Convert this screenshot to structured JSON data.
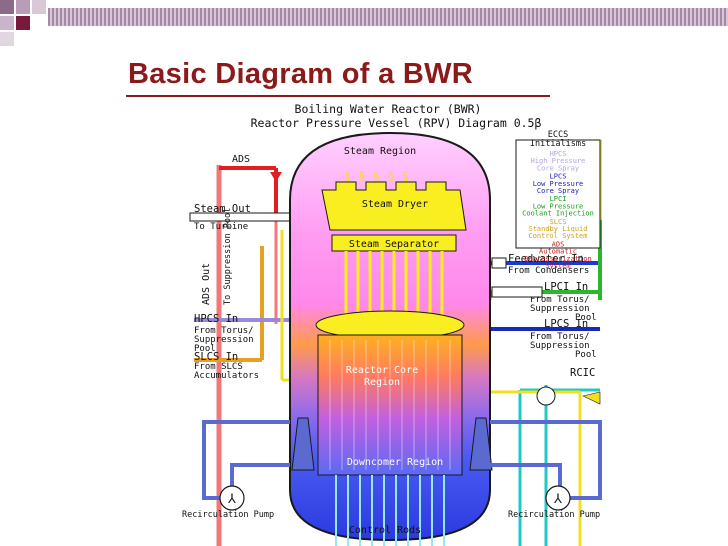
{
  "slide": {
    "title": "Basic Diagram of a BWR"
  },
  "diagram": {
    "header_line1": "Boiling Water Reactor (BWR)",
    "header_line2": "Reactor Pressure Vessel (RPV) Diagram  0.5β",
    "regions": {
      "steam_region": "Steam Region",
      "steam_dryer": "Steam Dryer",
      "steam_separator": "Steam Separator",
      "reactor_core_line1": "Reactor Core",
      "reactor_core_line2": "Region",
      "downcomer": "Downcomer Region",
      "control_rods": "Control Rods"
    },
    "left_labels": {
      "ads": "ADS",
      "steam_out": "Steam Out",
      "to_turbine": "To Turbine",
      "ads_out": "ADS Out",
      "to_suppression_pool": "To Suppression Pool",
      "hpcs_in": "HPCS In",
      "hpcs_from_1": "From Torus/",
      "hpcs_from_2": "Suppression",
      "hpcs_from_3": "Pool",
      "slcs_in": "SLCS In",
      "slcs_from_1": "From SLCS",
      "slcs_from_2": "Accumulators",
      "recirc_pump_left": "Recirculation Pump"
    },
    "right_labels": {
      "feedwater_in": "Feedwater In",
      "from_condensers": "From Condensers",
      "lpci_in": "LPCI In",
      "lpci_from_1": "From Torus/",
      "lpci_from_2": "Suppression",
      "lpci_from_3": "Pool",
      "lpcs_in": "LPCS In",
      "lpcs_from_1": "From Torus/",
      "lpcs_from_2": "Suppression",
      "lpcs_from_3": "Pool",
      "rcic": "RCIC",
      "recirc_pump_right": "Recirculation Pump"
    },
    "legend": {
      "title_line1": "ECCS",
      "title_line2": "Initialisms",
      "items": [
        {
          "abbr": "HPCS",
          "line1": "High Pressure",
          "line2": "Core Spray",
          "color": "#b6a4e0"
        },
        {
          "abbr": "LPCS",
          "line1": "Low Pressure",
          "line2": "Core Spray",
          "color": "#1a1ab0"
        },
        {
          "abbr": "LPCI",
          "line1": "Low Pressure",
          "line2": "Coolant Injection",
          "color": "#1a9a1a"
        },
        {
          "abbr": "SLCS",
          "line1": "Standby Liquid",
          "line2": "Control System",
          "color": "#d4a020"
        },
        {
          "abbr": "ADS",
          "line1": "Automatic",
          "line2": "Depressurization",
          "line3": "System",
          "color": "#cc1a1a"
        }
      ]
    },
    "colors": {
      "ads_line": "#e02020",
      "steam_line": "#f07878",
      "slcs_line": "#e8a020",
      "hpcs_line": "#9a88d8",
      "feedwater_line": "#1a3ad0",
      "lpci_line": "#2ab82a",
      "lpcs_line": "#1a2ab8",
      "rcic_line": "#20c8c8",
      "recirc_line": "#5a6ad0",
      "yellow_line": "#f0e020",
      "vessel_outline": "#1a1a1a"
    }
  }
}
